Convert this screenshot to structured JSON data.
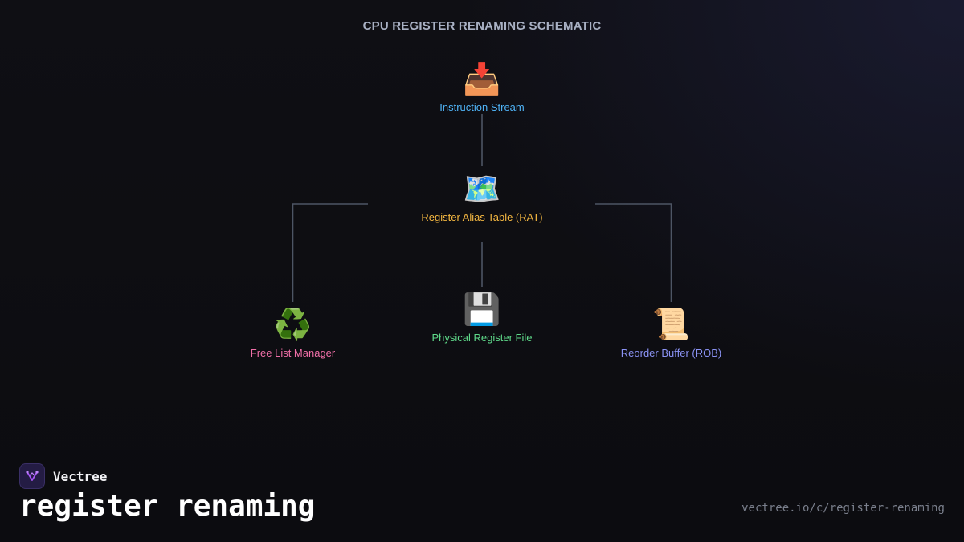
{
  "diagram": {
    "title": "CPU REGISTER RENAMING SCHEMATIC",
    "nodes": {
      "instruction_stream": {
        "icon": "inbox-tray-icon",
        "glyph": "📥",
        "label": "Instruction Stream",
        "color": "#4fb3f6"
      },
      "rat": {
        "icon": "world-map-icon",
        "glyph": "🗺️",
        "label": "Register Alias Table (RAT)",
        "color": "#f5b841"
      },
      "free_list": {
        "icon": "recycle-icon",
        "glyph": "♻️",
        "label": "Free List Manager",
        "color": "#f06fa8"
      },
      "prf": {
        "icon": "floppy-disk-icon",
        "glyph": "💾",
        "label": "Physical Register File",
        "color": "#5fd98a"
      },
      "rob": {
        "icon": "scroll-icon",
        "glyph": "📜",
        "label": "Reorder Buffer (ROB)",
        "color": "#8b93f5"
      }
    },
    "connector_color": "#4d5564"
  },
  "footer": {
    "brand_name": "Vectree",
    "heading": "register renaming",
    "url": "vectree.io/c/register-renaming",
    "brand_accent": "#a855f7"
  }
}
